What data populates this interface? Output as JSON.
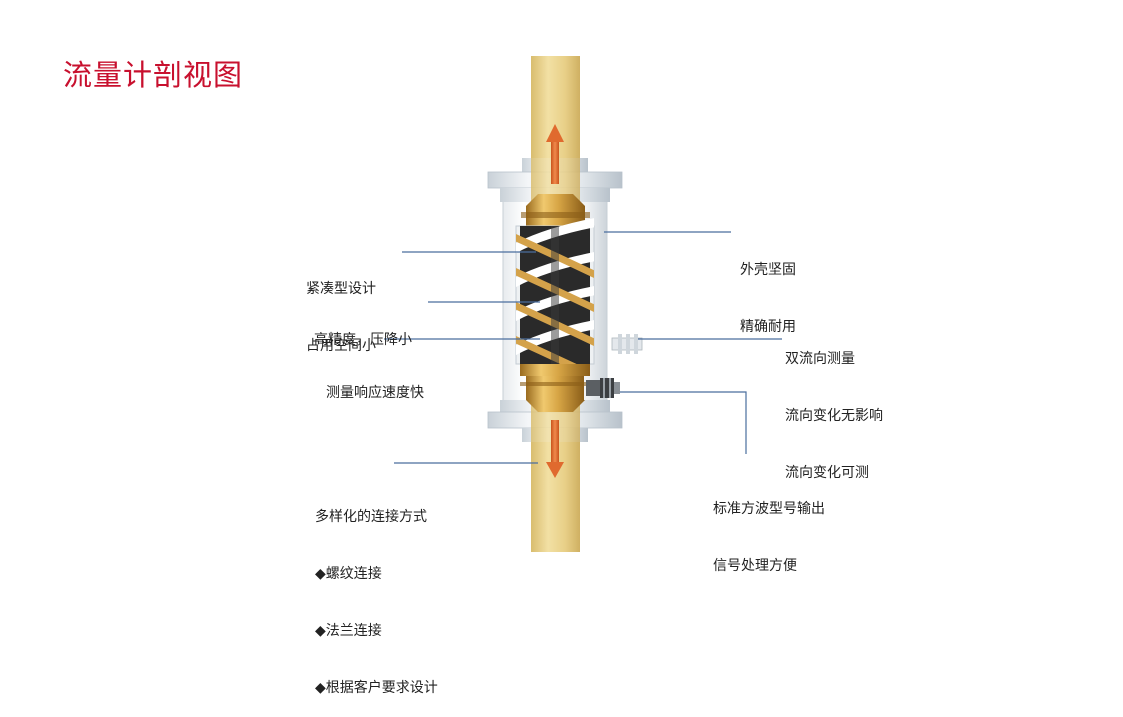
{
  "page": {
    "title": "流量计剖视图"
  },
  "labels": {
    "compact": [
      "紧凑型设计",
      "占用空间小"
    ],
    "precision": [
      "高精度，压降小"
    ],
    "response": [
      "测量响应速度快"
    ],
    "connections": [
      "多样化的连接方式",
      "◆螺纹连接",
      "◆法兰连接",
      "◆根据客户要求设计"
    ],
    "housing": [
      "外壳坚固",
      "精确耐用"
    ],
    "bidirectional": [
      "双流向测量",
      "流向变化无影响",
      "流向变化可测"
    ],
    "signal": [
      "标准方波型号输出",
      "信号处理方便"
    ]
  },
  "colors": {
    "title": "#c8102e",
    "pipe": "#e9d28f",
    "brass": "#d3a447",
    "arrow": "#e06a2e",
    "flange": "#dfe4e8",
    "leader": "#4a6e9e"
  },
  "icons": [
    "flow-arrow-up-icon",
    "flow-arrow-down-icon",
    "sensor-connector-icon",
    "screw-rotor-icon"
  ]
}
